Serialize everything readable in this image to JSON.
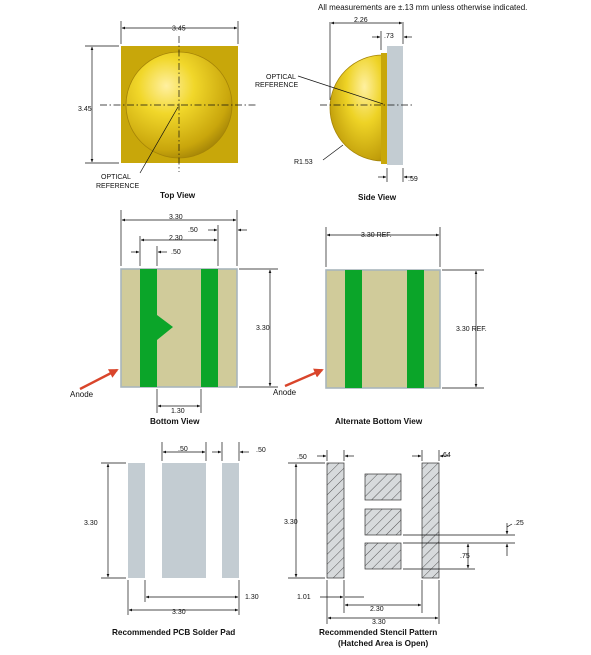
{
  "note": "All measurements are ±.13 mm unless otherwise indicated.",
  "top_view": {
    "caption": "Top View",
    "width_dim": "3.45",
    "height_dim": "3.45",
    "ref_label_1": "OPTICAL",
    "ref_label_2": "REFERENCE"
  },
  "side_view": {
    "caption": "Side View",
    "height_dim": "2.26",
    "lens_thickness_dim": ".73",
    "base_thickness_dim": ".59",
    "radius_dim": "R1.53",
    "ref_label_1": "OPTICAL",
    "ref_label_2": "REFERENCE"
  },
  "bottom_view": {
    "caption": "Bottom View",
    "overall_width_dim": "3.30",
    "pad_span_dim": "2.30",
    "pad_width_top_dim": ".50",
    "pad_width_inner_dim": ".50",
    "height_dim": "3.30",
    "pad_spacing_dim": "1.30",
    "anode_label": "Anode"
  },
  "alternate_bottom_view": {
    "caption": "Alternate Bottom View",
    "width_dim": "3.30 REF.",
    "height_dim": "3.30 REF.",
    "anode_label": "Anode"
  },
  "pcb_solder_pad": {
    "caption": "Recommended PCB Solder Pad",
    "center_pad_dim": ".50",
    "side_pad_dim": ".50",
    "height_dim": "3.30",
    "outer_offset_dim": "1.30",
    "overall_width_dim": "3.30"
  },
  "stencil_pattern": {
    "caption_1": "Recommended Stencil Pattern",
    "caption_2": "(Hatched Area is Open)",
    "left_pad_dim": ".50",
    "right_pad_dim": ".64",
    "height_dim": "3.30",
    "gap_dim": ".25",
    "block_dim": ".75",
    "offset_dim": "1.01",
    "inner_span_dim": "2.30",
    "overall_width_dim": "3.30"
  },
  "colors": {
    "gold_lens": "#f1d72a",
    "gold_body": "#c8a70a",
    "pad_green": "#0ba529",
    "ceramic": "#d0cb9a",
    "pcb_grey": "#c3ccd2",
    "arrow_red": "#d9452b"
  }
}
